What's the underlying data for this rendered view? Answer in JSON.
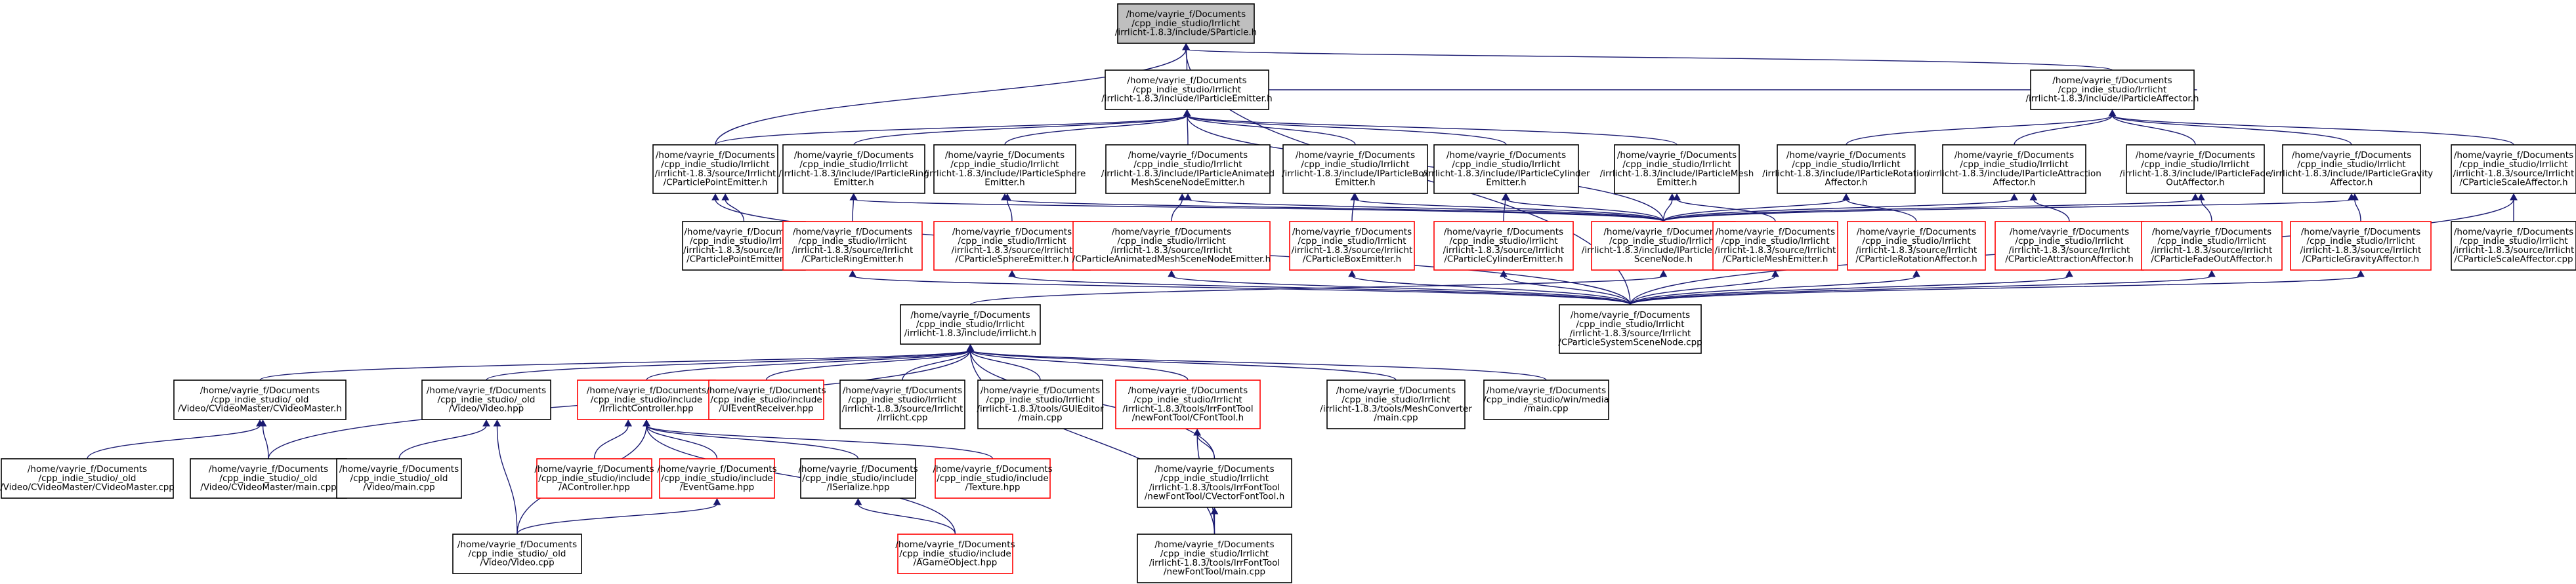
{
  "colors": {
    "edge": "#191970",
    "node_border": "#000000",
    "incomplete_border": "#ff0000",
    "focus_fill": "#bfbfbf"
  },
  "nodes": [
    {
      "id": "root",
      "style": "gray",
      "lines": [
        "/home/vayrie_f/Documents",
        "/cpp_indie_studio/Irrlicht",
        "/irrlicht-1.8.3/include/SParticle.h"
      ]
    },
    {
      "id": "iemit",
      "style": "black",
      "lines": [
        "/home/vayrie_f/Documents",
        "/cpp_indie_studio/Irrlicht",
        "/irrlicht-1.8.3/include/IParticleEmitter.h"
      ]
    },
    {
      "id": "iaff",
      "style": "black",
      "lines": [
        "/home/vayrie_f/Documents",
        "/cpp_indie_studio/Irrlicht",
        "/irrlicht-1.8.3/include/IParticleAffector.h"
      ]
    },
    {
      "id": "cpoint_h",
      "style": "black",
      "lines": [
        "/home/vayrie_f/Documents",
        "/cpp_indie_studio/Irrlicht",
        "/irrlicht-1.8.3/source/Irrlicht",
        "/CParticlePointEmitter.h"
      ]
    },
    {
      "id": "iring",
      "style": "black",
      "lines": [
        "/home/vayrie_f/Documents",
        "/cpp_indie_studio/Irrlicht",
        "/irrlicht-1.8.3/include/IParticleRing",
        "Emitter.h"
      ]
    },
    {
      "id": "isphere",
      "style": "black",
      "lines": [
        "/home/vayrie_f/Documents",
        "/cpp_indie_studio/Irrlicht",
        "/irrlicht-1.8.3/include/IParticleSphere",
        "Emitter.h"
      ]
    },
    {
      "id": "ianim",
      "style": "black",
      "lines": [
        "/home/vayrie_f/Documents",
        "/cpp_indie_studio/Irrlicht",
        "/irrlicht-1.8.3/include/IParticleAnimated",
        "MeshSceneNodeEmitter.h"
      ]
    },
    {
      "id": "ibox",
      "style": "black",
      "lines": [
        "/home/vayrie_f/Documents",
        "/cpp_indie_studio/Irrlicht",
        "/irrlicht-1.8.3/include/IParticleBox",
        "Emitter.h"
      ]
    },
    {
      "id": "icyl",
      "style": "black",
      "lines": [
        "/home/vayrie_f/Documents",
        "/cpp_indie_studio/Irrlicht",
        "/irrlicht-1.8.3/include/IParticleCylinder",
        "Emitter.h"
      ]
    },
    {
      "id": "imesh",
      "style": "black",
      "lines": [
        "/home/vayrie_f/Documents",
        "/cpp_indie_studio/Irrlicht",
        "/irrlicht-1.8.3/include/IParticleMesh",
        "Emitter.h"
      ]
    },
    {
      "id": "irot",
      "style": "black",
      "lines": [
        "/home/vayrie_f/Documents",
        "/cpp_indie_studio/Irrlicht",
        "/irrlicht-1.8.3/include/IParticleRotation",
        "Affector.h"
      ]
    },
    {
      "id": "iattr",
      "style": "black",
      "lines": [
        "/home/vayrie_f/Documents",
        "/cpp_indie_studio/Irrlicht",
        "/irrlicht-1.8.3/include/IParticleAttraction",
        "Affector.h"
      ]
    },
    {
      "id": "ifade",
      "style": "black",
      "lines": [
        "/home/vayrie_f/Documents",
        "/cpp_indie_studio/Irrlicht",
        "/irrlicht-1.8.3/include/IParticleFade",
        "OutAffector.h"
      ]
    },
    {
      "id": "igrav",
      "style": "black",
      "lines": [
        "/home/vayrie_f/Documents",
        "/cpp_indie_studio/Irrlicht",
        "/irrlicht-1.8.3/include/IParticleGravity",
        "Affector.h"
      ]
    },
    {
      "id": "cscale_h",
      "style": "black",
      "lines": [
        "/home/vayrie_f/Documents",
        "/cpp_indie_studio/Irrlicht",
        "/irrlicht-1.8.3/source/Irrlicht",
        "/CParticleScaleAffector.h"
      ]
    },
    {
      "id": "cpoint_cpp",
      "style": "black",
      "lines": [
        "/home/vayrie_f/Documents",
        "/cpp_indie_studio/Irrlicht",
        "/irrlicht-1.8.3/source/Irrlicht",
        "/CParticlePointEmitter.cpp"
      ]
    },
    {
      "id": "cring",
      "style": "red",
      "lines": [
        "/home/vayrie_f/Documents",
        "/cpp_indie_studio/Irrlicht",
        "/irrlicht-1.8.3/source/Irrlicht",
        "/CParticleRingEmitter.h"
      ]
    },
    {
      "id": "csphere",
      "style": "red",
      "lines": [
        "/home/vayrie_f/Documents",
        "/cpp_indie_studio/Irrlicht",
        "/irrlicht-1.8.3/source/Irrlicht",
        "/CParticleSphereEmitter.h"
      ]
    },
    {
      "id": "canim",
      "style": "red",
      "lines": [
        "/home/vayrie_f/Documents",
        "/cpp_indie_studio/Irrlicht",
        "/irrlicht-1.8.3/source/Irrlicht",
        "/CParticleAnimatedMeshSceneNodeEmitter.h"
      ]
    },
    {
      "id": "cbox",
      "style": "red",
      "lines": [
        "/home/vayrie_f/Documents",
        "/cpp_indie_studio/Irrlicht",
        "/irrlicht-1.8.3/source/Irrlicht",
        "/CParticleBoxEmitter.h"
      ]
    },
    {
      "id": "ccyl",
      "style": "red",
      "lines": [
        "/home/vayrie_f/Documents",
        "/cpp_indie_studio/Irrlicht",
        "/irrlicht-1.8.3/source/Irrlicht",
        "/CParticleCylinderEmitter.h"
      ]
    },
    {
      "id": "isys",
      "style": "red",
      "lines": [
        "/home/vayrie_f/Documents",
        "/cpp_indie_studio/Irrlicht",
        "/irrlicht-1.8.3/include/IParticleSystem",
        "SceneNode.h"
      ]
    },
    {
      "id": "cmesh",
      "style": "red",
      "lines": [
        "/home/vayrie_f/Documents",
        "/cpp_indie_studio/Irrlicht",
        "/irrlicht-1.8.3/source/Irrlicht",
        "/CParticleMeshEmitter.h"
      ]
    },
    {
      "id": "crot",
      "style": "red",
      "lines": [
        "/home/vayrie_f/Documents",
        "/cpp_indie_studio/Irrlicht",
        "/irrlicht-1.8.3/source/Irrlicht",
        "/CParticleRotationAffector.h"
      ]
    },
    {
      "id": "cattr",
      "style": "red",
      "lines": [
        "/home/vayrie_f/Documents",
        "/cpp_indie_studio/Irrlicht",
        "/irrlicht-1.8.3/source/Irrlicht",
        "/CParticleAttractionAffector.h"
      ]
    },
    {
      "id": "cfade",
      "style": "red",
      "lines": [
        "/home/vayrie_f/Documents",
        "/cpp_indie_studio/Irrlicht",
        "/irrlicht-1.8.3/source/Irrlicht",
        "/CParticleFadeOutAffector.h"
      ]
    },
    {
      "id": "cgrav",
      "style": "red",
      "lines": [
        "/home/vayrie_f/Documents",
        "/cpp_indie_studio/Irrlicht",
        "/irrlicht-1.8.3/source/Irrlicht",
        "/CParticleGravityAffector.h"
      ]
    },
    {
      "id": "cscale_cpp",
      "style": "black",
      "lines": [
        "/home/vayrie_f/Documents",
        "/cpp_indie_studio/Irrlicht",
        "/irrlicht-1.8.3/source/Irrlicht",
        "/CParticleScaleAffector.cpp"
      ]
    },
    {
      "id": "irrlicht_h",
      "style": "black",
      "lines": [
        "/home/vayrie_f/Documents",
        "/cpp_indie_studio/Irrlicht",
        "/irrlicht-1.8.3/include/irrlicht.h"
      ]
    },
    {
      "id": "csysnode",
      "style": "black",
      "lines": [
        "/home/vayrie_f/Documents",
        "/cpp_indie_studio/Irrlicht",
        "/irrlicht-1.8.3/source/Irrlicht",
        "/CParticleSystemSceneNode.cpp"
      ]
    },
    {
      "id": "cvm_h",
      "style": "black",
      "lines": [
        "/home/vayrie_f/Documents",
        "/cpp_indie_studio/_old",
        "/Video/CVideoMaster/CVideoMaster.h"
      ]
    },
    {
      "id": "video_hpp",
      "style": "black",
      "lines": [
        "/home/vayrie_f/Documents",
        "/cpp_indie_studio/_old",
        "/Video/Video.hpp"
      ]
    },
    {
      "id": "irrctrl",
      "style": "red",
      "lines": [
        "/home/vayrie_f/Documents",
        "/cpp_indie_studio/include",
        "/IrrlichtController.hpp"
      ]
    },
    {
      "id": "uievt",
      "style": "red",
      "lines": [
        "/home/vayrie_f/Documents",
        "/cpp_indie_studio/include",
        "/UIEventReceiver.hpp"
      ]
    },
    {
      "id": "irrlicht_cpp",
      "style": "black",
      "lines": [
        "/home/vayrie_f/Documents",
        "/cpp_indie_studio/Irrlicht",
        "/irrlicht-1.8.3/source/Irrlicht",
        "/Irrlicht.cpp"
      ]
    },
    {
      "id": "guied",
      "style": "black",
      "lines": [
        "/home/vayrie_f/Documents",
        "/cpp_indie_studio/Irrlicht",
        "/irrlicht-1.8.3/tools/GUIEditor",
        "/main.cpp"
      ]
    },
    {
      "id": "cfonttool",
      "style": "red",
      "lines": [
        "/home/vayrie_f/Documents",
        "/cpp_indie_studio/Irrlicht",
        "/irrlicht-1.8.3/tools/IrrFontTool",
        "/newFontTool/CFontTool.h"
      ]
    },
    {
      "id": "meshconv",
      "style": "black",
      "lines": [
        "/home/vayrie_f/Documents",
        "/cpp_indie_studio/Irrlicht",
        "/irrlicht-1.8.3/tools/MeshConverter",
        "/main.cpp"
      ]
    },
    {
      "id": "win",
      "style": "black",
      "lines": [
        "/home/vayrie_f/Documents",
        "/cpp_indie_studio/win/media",
        "/main.cpp"
      ]
    },
    {
      "id": "cvm_cpp",
      "style": "black",
      "lines": [
        "/home/vayrie_f/Documents",
        "/cpp_indie_studio/_old",
        "/Video/CVideoMaster/CVideoMaster.cpp"
      ]
    },
    {
      "id": "cvm_main",
      "style": "black",
      "lines": [
        "/home/vayrie_f/Documents",
        "/cpp_indie_studio/_old",
        "/Video/CVideoMaster/main.cpp"
      ]
    },
    {
      "id": "video_main",
      "style": "black",
      "lines": [
        "/home/vayrie_f/Documents",
        "/cpp_indie_studio/_old",
        "/Video/main.cpp"
      ]
    },
    {
      "id": "actrl",
      "style": "red",
      "lines": [
        "/home/vayrie_f/Documents",
        "/cpp_indie_studio/include",
        "/AController.hpp"
      ]
    },
    {
      "id": "evtgame",
      "style": "red",
      "lines": [
        "/home/vayrie_f/Documents",
        "/cpp_indie_studio/include",
        "/EventGame.hpp"
      ]
    },
    {
      "id": "iser",
      "style": "black",
      "lines": [
        "/home/vayrie_f/Documents",
        "/cpp_indie_studio/include",
        "/ISerialize.hpp"
      ]
    },
    {
      "id": "tex",
      "style": "red",
      "lines": [
        "/home/vayrie_f/Documents",
        "/cpp_indie_studio/include",
        "/Texture.hpp"
      ]
    },
    {
      "id": "cvft",
      "style": "black",
      "lines": [
        "/home/vayrie_f/Documents",
        "/cpp_indie_studio/Irrlicht",
        "/irrlicht-1.8.3/tools/IrrFontTool",
        "/newFontTool/CVectorFontTool.h"
      ]
    },
    {
      "id": "video_cpp",
      "style": "black",
      "lines": [
        "/home/vayrie_f/Documents",
        "/cpp_indie_studio/_old",
        "/Video/Video.cpp"
      ]
    },
    {
      "id": "agame",
      "style": "red",
      "lines": [
        "/home/vayrie_f/Documents",
        "/cpp_indie_studio/include",
        "/AGameObject.hpp"
      ]
    },
    {
      "id": "ftmain",
      "style": "black",
      "lines": [
        "/home/vayrie_f/Documents",
        "/cpp_indie_studio/Irrlicht",
        "/irrlicht-1.8.3/tools/IrrFontTool",
        "/newFontTool/main.cpp"
      ]
    }
  ],
  "edges": [
    [
      "iemit",
      "root"
    ],
    [
      "iaff",
      "root"
    ],
    [
      "cpoint_h",
      "root"
    ],
    [
      "csysnode",
      "root"
    ],
    [
      "cpoint_h",
      "iemit"
    ],
    [
      "iring",
      "iemit"
    ],
    [
      "isphere",
      "iemit"
    ],
    [
      "ianim",
      "iemit"
    ],
    [
      "ibox",
      "iemit"
    ],
    [
      "icyl",
      "iemit"
    ],
    [
      "imesh",
      "iemit"
    ],
    [
      "isys",
      "iemit"
    ],
    [
      "iaff",
      "iemit"
    ],
    [
      "irot",
      "iaff"
    ],
    [
      "iattr",
      "iaff"
    ],
    [
      "ifade",
      "iaff"
    ],
    [
      "igrav",
      "iaff"
    ],
    [
      "cscale_h",
      "iaff"
    ],
    [
      "cpoint_cpp",
      "cpoint_h"
    ],
    [
      "csysnode",
      "cpoint_h"
    ],
    [
      "cring",
      "iring"
    ],
    [
      "isys",
      "iring"
    ],
    [
      "csphere",
      "isphere"
    ],
    [
      "isys",
      "isphere"
    ],
    [
      "canim",
      "ianim"
    ],
    [
      "isys",
      "ianim"
    ],
    [
      "cbox",
      "ibox"
    ],
    [
      "isys",
      "ibox"
    ],
    [
      "ccyl",
      "icyl"
    ],
    [
      "isys",
      "icyl"
    ],
    [
      "cmesh",
      "imesh"
    ],
    [
      "isys",
      "imesh"
    ],
    [
      "crot",
      "irot"
    ],
    [
      "isys",
      "irot"
    ],
    [
      "cattr",
      "iattr"
    ],
    [
      "isys",
      "iattr"
    ],
    [
      "cfade",
      "ifade"
    ],
    [
      "isys",
      "ifade"
    ],
    [
      "cgrav",
      "igrav"
    ],
    [
      "isys",
      "igrav"
    ],
    [
      "cscale_cpp",
      "cscale_h"
    ],
    [
      "csysnode",
      "cscale_h"
    ],
    [
      "csysnode",
      "cring"
    ],
    [
      "csysnode",
      "csphere"
    ],
    [
      "csysnode",
      "canim"
    ],
    [
      "csysnode",
      "cbox"
    ],
    [
      "csysnode",
      "ccyl"
    ],
    [
      "csysnode",
      "cmesh"
    ],
    [
      "csysnode",
      "crot"
    ],
    [
      "csysnode",
      "cattr"
    ],
    [
      "csysnode",
      "cfade"
    ],
    [
      "csysnode",
      "cgrav"
    ],
    [
      "irrlicht_h",
      "isys"
    ],
    [
      "cvm_h",
      "irrlicht_h"
    ],
    [
      "video_hpp",
      "irrlicht_h"
    ],
    [
      "irrctrl",
      "irrlicht_h"
    ],
    [
      "uievt",
      "irrlicht_h"
    ],
    [
      "irrlicht_cpp",
      "irrlicht_h"
    ],
    [
      "guied",
      "irrlicht_h"
    ],
    [
      "cfonttool",
      "irrlicht_h"
    ],
    [
      "meshconv",
      "irrlicht_h"
    ],
    [
      "win",
      "irrlicht_h"
    ],
    [
      "cvm_main",
      "irrlicht_h"
    ],
    [
      "cvft",
      "irrlicht_h"
    ],
    [
      "ftmain",
      "irrlicht_h"
    ],
    [
      "cvm_cpp",
      "cvm_h"
    ],
    [
      "cvm_main",
      "cvm_h"
    ],
    [
      "video_main",
      "video_hpp"
    ],
    [
      "video_cpp",
      "video_hpp"
    ],
    [
      "actrl",
      "irrctrl"
    ],
    [
      "evtgame",
      "irrctrl"
    ],
    [
      "iser",
      "irrctrl"
    ],
    [
      "tex",
      "irrctrl"
    ],
    [
      "video_cpp",
      "irrctrl"
    ],
    [
      "agame",
      "irrctrl"
    ],
    [
      "video_cpp",
      "evtgame"
    ],
    [
      "agame",
      "iser"
    ],
    [
      "ftmain",
      "cfonttool"
    ],
    [
      "cvft",
      "cfonttool"
    ],
    [
      "ftmain",
      "cvft"
    ]
  ]
}
